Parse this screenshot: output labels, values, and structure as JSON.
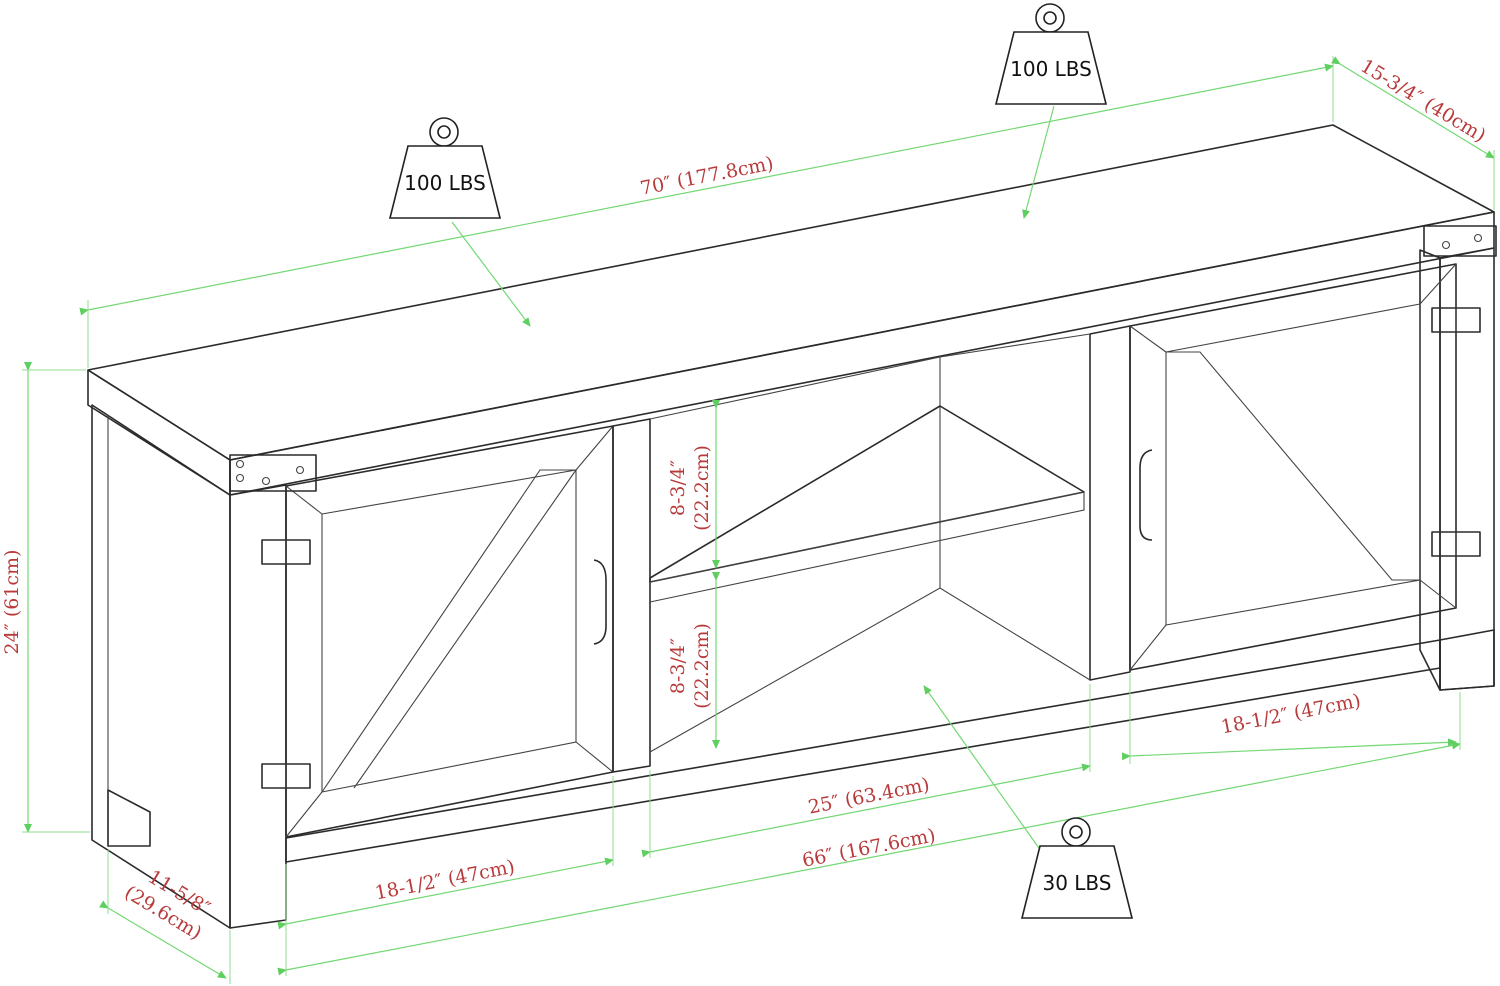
{
  "weights": {
    "top_left": "100 LBS",
    "top_right": "100 LBS",
    "shelf": "30 LBS"
  },
  "dimensions": {
    "overall_width": "70″ (177.8cm)",
    "top_depth": "15-3/4″ (40cm)",
    "height": "24″ (61cm)",
    "base_depth_line1": "11-5/8″",
    "base_depth_line2": "(29.6cm)",
    "left_door_width": "18-1/2″ (47cm)",
    "right_door_width": "18-1/2″ (47cm)",
    "center_opening_width": "25″ (63.4cm)",
    "inner_width": "66″ (167.6cm)",
    "upper_shelf_gap_line1": "8-3/4″",
    "upper_shelf_gap_line2": "(22.2cm)",
    "lower_shelf_gap_line1": "8-3/4″",
    "lower_shelf_gap_line2": "(22.2cm)"
  },
  "colors": {
    "dimension_line": "#73d873",
    "dimension_text": "#b83a3a",
    "outline": "#2b2b2b"
  }
}
